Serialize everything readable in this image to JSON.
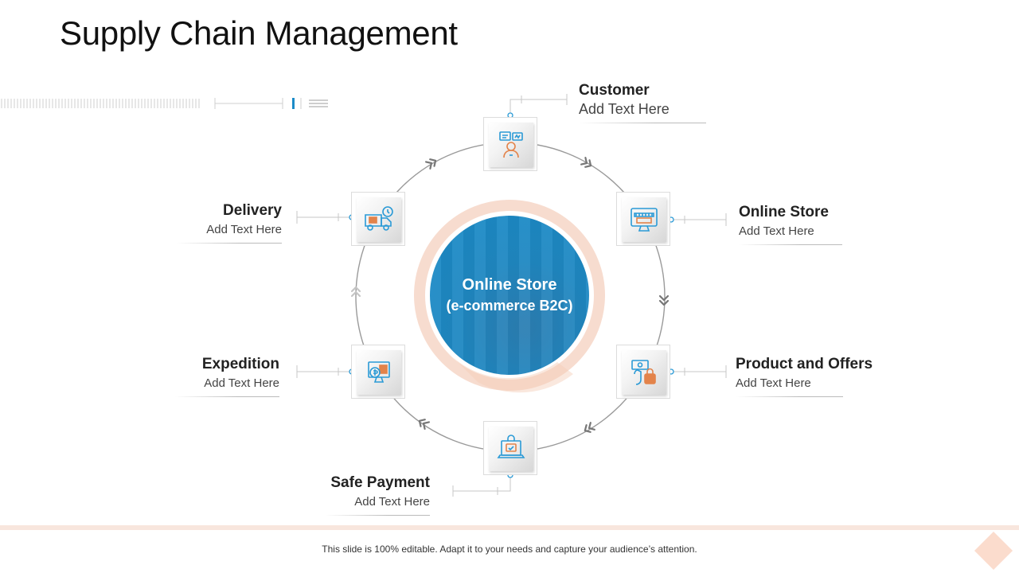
{
  "title": "Supply Chain Management",
  "center": {
    "line1": "Online Store",
    "line2": "(e-commerce B2C)"
  },
  "nodes": [
    {
      "name": "Customer",
      "sub": "Add Text Here",
      "icon": "customer-shopping-icon"
    },
    {
      "name": "Online Store",
      "sub": "Add Text Here",
      "icon": "online-store-monitor-icon"
    },
    {
      "name": "Product and Offers",
      "sub": "Add Text Here",
      "icon": "product-offer-card-lock-icon"
    },
    {
      "name": "Safe Payment",
      "sub": "Add Text Here",
      "icon": "secure-laptop-payment-icon"
    },
    {
      "name": "Expedition",
      "sub": "Add Text Here",
      "icon": "expedition-monitor-dollar-icon"
    },
    {
      "name": "Delivery",
      "sub": "Add Text Here",
      "icon": "delivery-truck-clock-icon"
    }
  ],
  "footer": "This slide is 100% editable. Adapt it to your needs and capture your audience’s attention.",
  "colors": {
    "accent": "#1b8bc8",
    "ring": "#f7dccf",
    "icon_blue": "#2a9ad6",
    "icon_orange": "#e3834a",
    "footer_band": "#f8e6dd"
  }
}
